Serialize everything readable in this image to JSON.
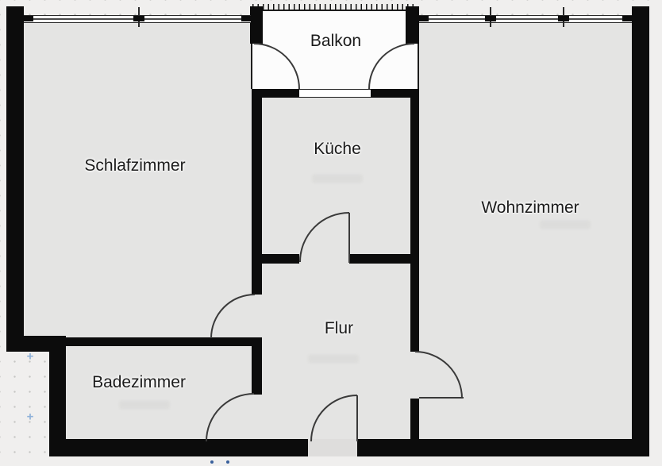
{
  "floorplan": {
    "rooms": [
      {
        "id": "schlafzimmer",
        "label": "Schlafzimmer"
      },
      {
        "id": "kueche",
        "label": "Küche"
      },
      {
        "id": "wohnzimmer",
        "label": "Wohnzimmer"
      },
      {
        "id": "flur",
        "label": "Flur"
      },
      {
        "id": "badezimmer",
        "label": "Badezimmer"
      },
      {
        "id": "balkon",
        "label": "Balkon"
      }
    ],
    "colors": {
      "wall": "#0c0c0c",
      "room_fill": "#e4e4e3",
      "balcony_fill": "#fcfcfc",
      "outside_background": "#f0efee",
      "grid_dot": "#c6c6c4",
      "door_arc": "#3a3a3a",
      "label_text": "#1b1b1b",
      "snap_marker_blue": "#8fb2d9"
    }
  }
}
